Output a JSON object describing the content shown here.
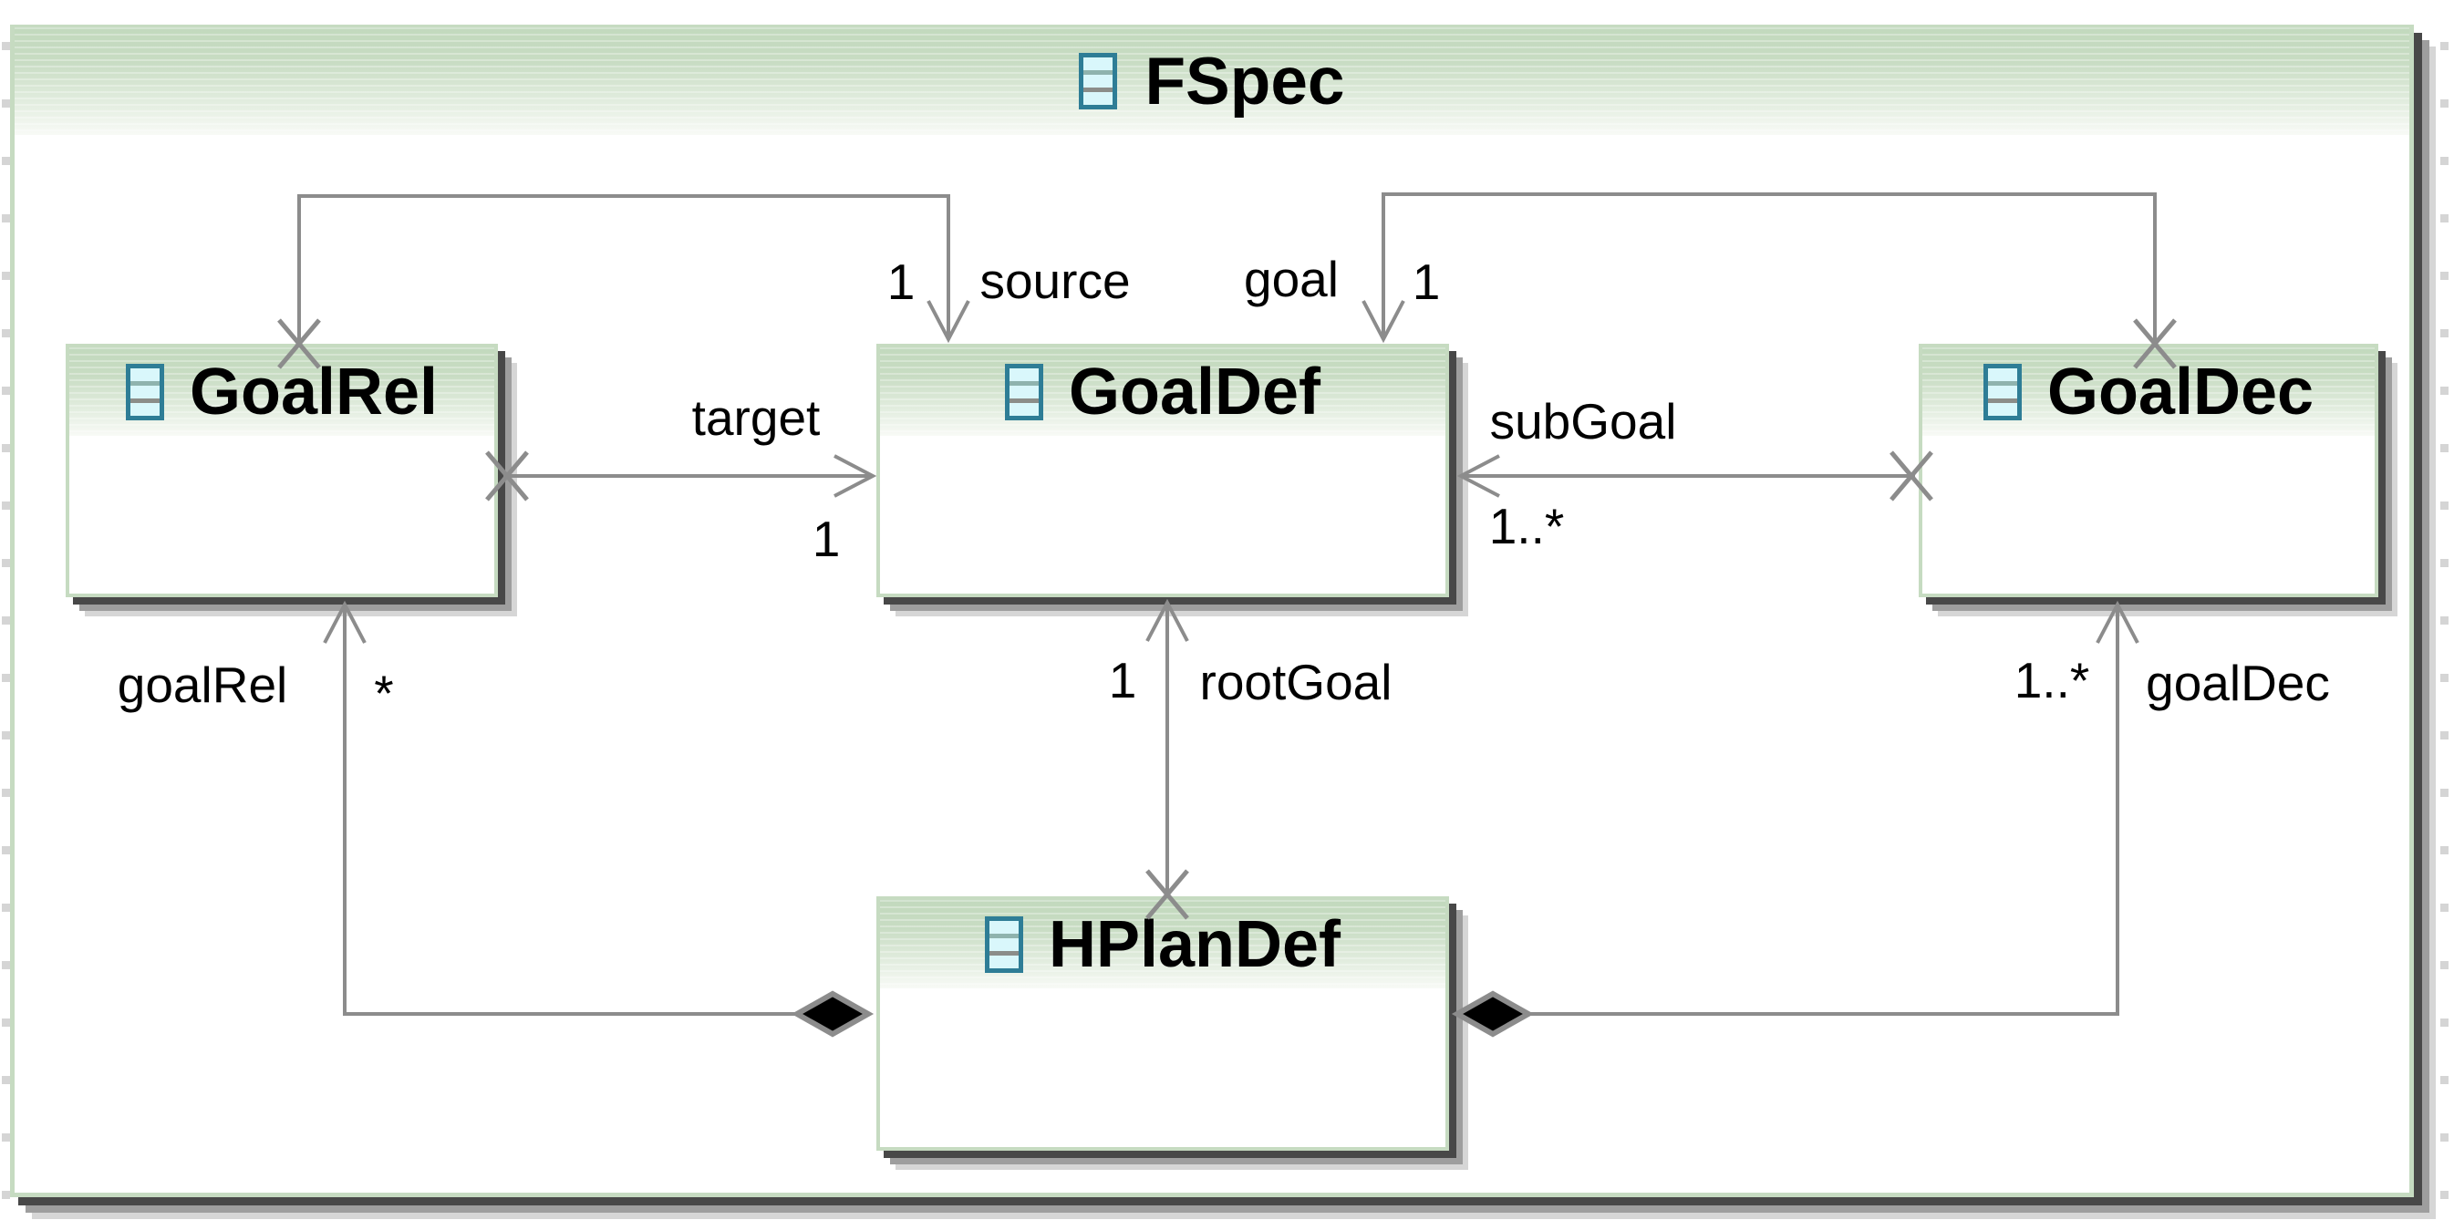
{
  "diagram": {
    "type": "ecore-class-diagram",
    "package": {
      "name": "FSpec"
    },
    "classes": [
      {
        "name": "GoalRel"
      },
      {
        "name": "GoalDef"
      },
      {
        "name": "GoalDec"
      },
      {
        "name": "HPlanDef"
      }
    ],
    "references": [
      {
        "name": "source",
        "multiplicity": "1",
        "from": "GoalRel",
        "to": "GoalDef",
        "containment": false
      },
      {
        "name": "goal",
        "multiplicity": "1",
        "from": "GoalDec",
        "to": "GoalDef",
        "containment": false
      },
      {
        "name": "target",
        "multiplicity": "1",
        "from": "GoalRel",
        "to": "GoalDef",
        "containment": false
      },
      {
        "name": "subGoal",
        "multiplicity": "1..*",
        "from": "GoalDec",
        "to": "GoalDef",
        "containment": false
      },
      {
        "name": "rootGoal",
        "multiplicity": "1",
        "from": "HPlanDef",
        "to": "GoalDef",
        "containment": false
      },
      {
        "name": "goalRel",
        "multiplicity": "*",
        "from": "HPlanDef",
        "to": "GoalRel",
        "containment": true
      },
      {
        "name": "goalDec",
        "multiplicity": "1..*",
        "from": "HPlanDef",
        "to": "GoalDec",
        "containment": true
      }
    ],
    "colors": {
      "header_green": "#c8dcc3",
      "border_green": "#c6dbc1",
      "line_gray": "#8c8c8c",
      "shadow_dark": "#484848",
      "icon_border_teal": "#2e7d96",
      "icon_fill_cyan": "#d9f7fb",
      "label_text": "#000000"
    }
  }
}
